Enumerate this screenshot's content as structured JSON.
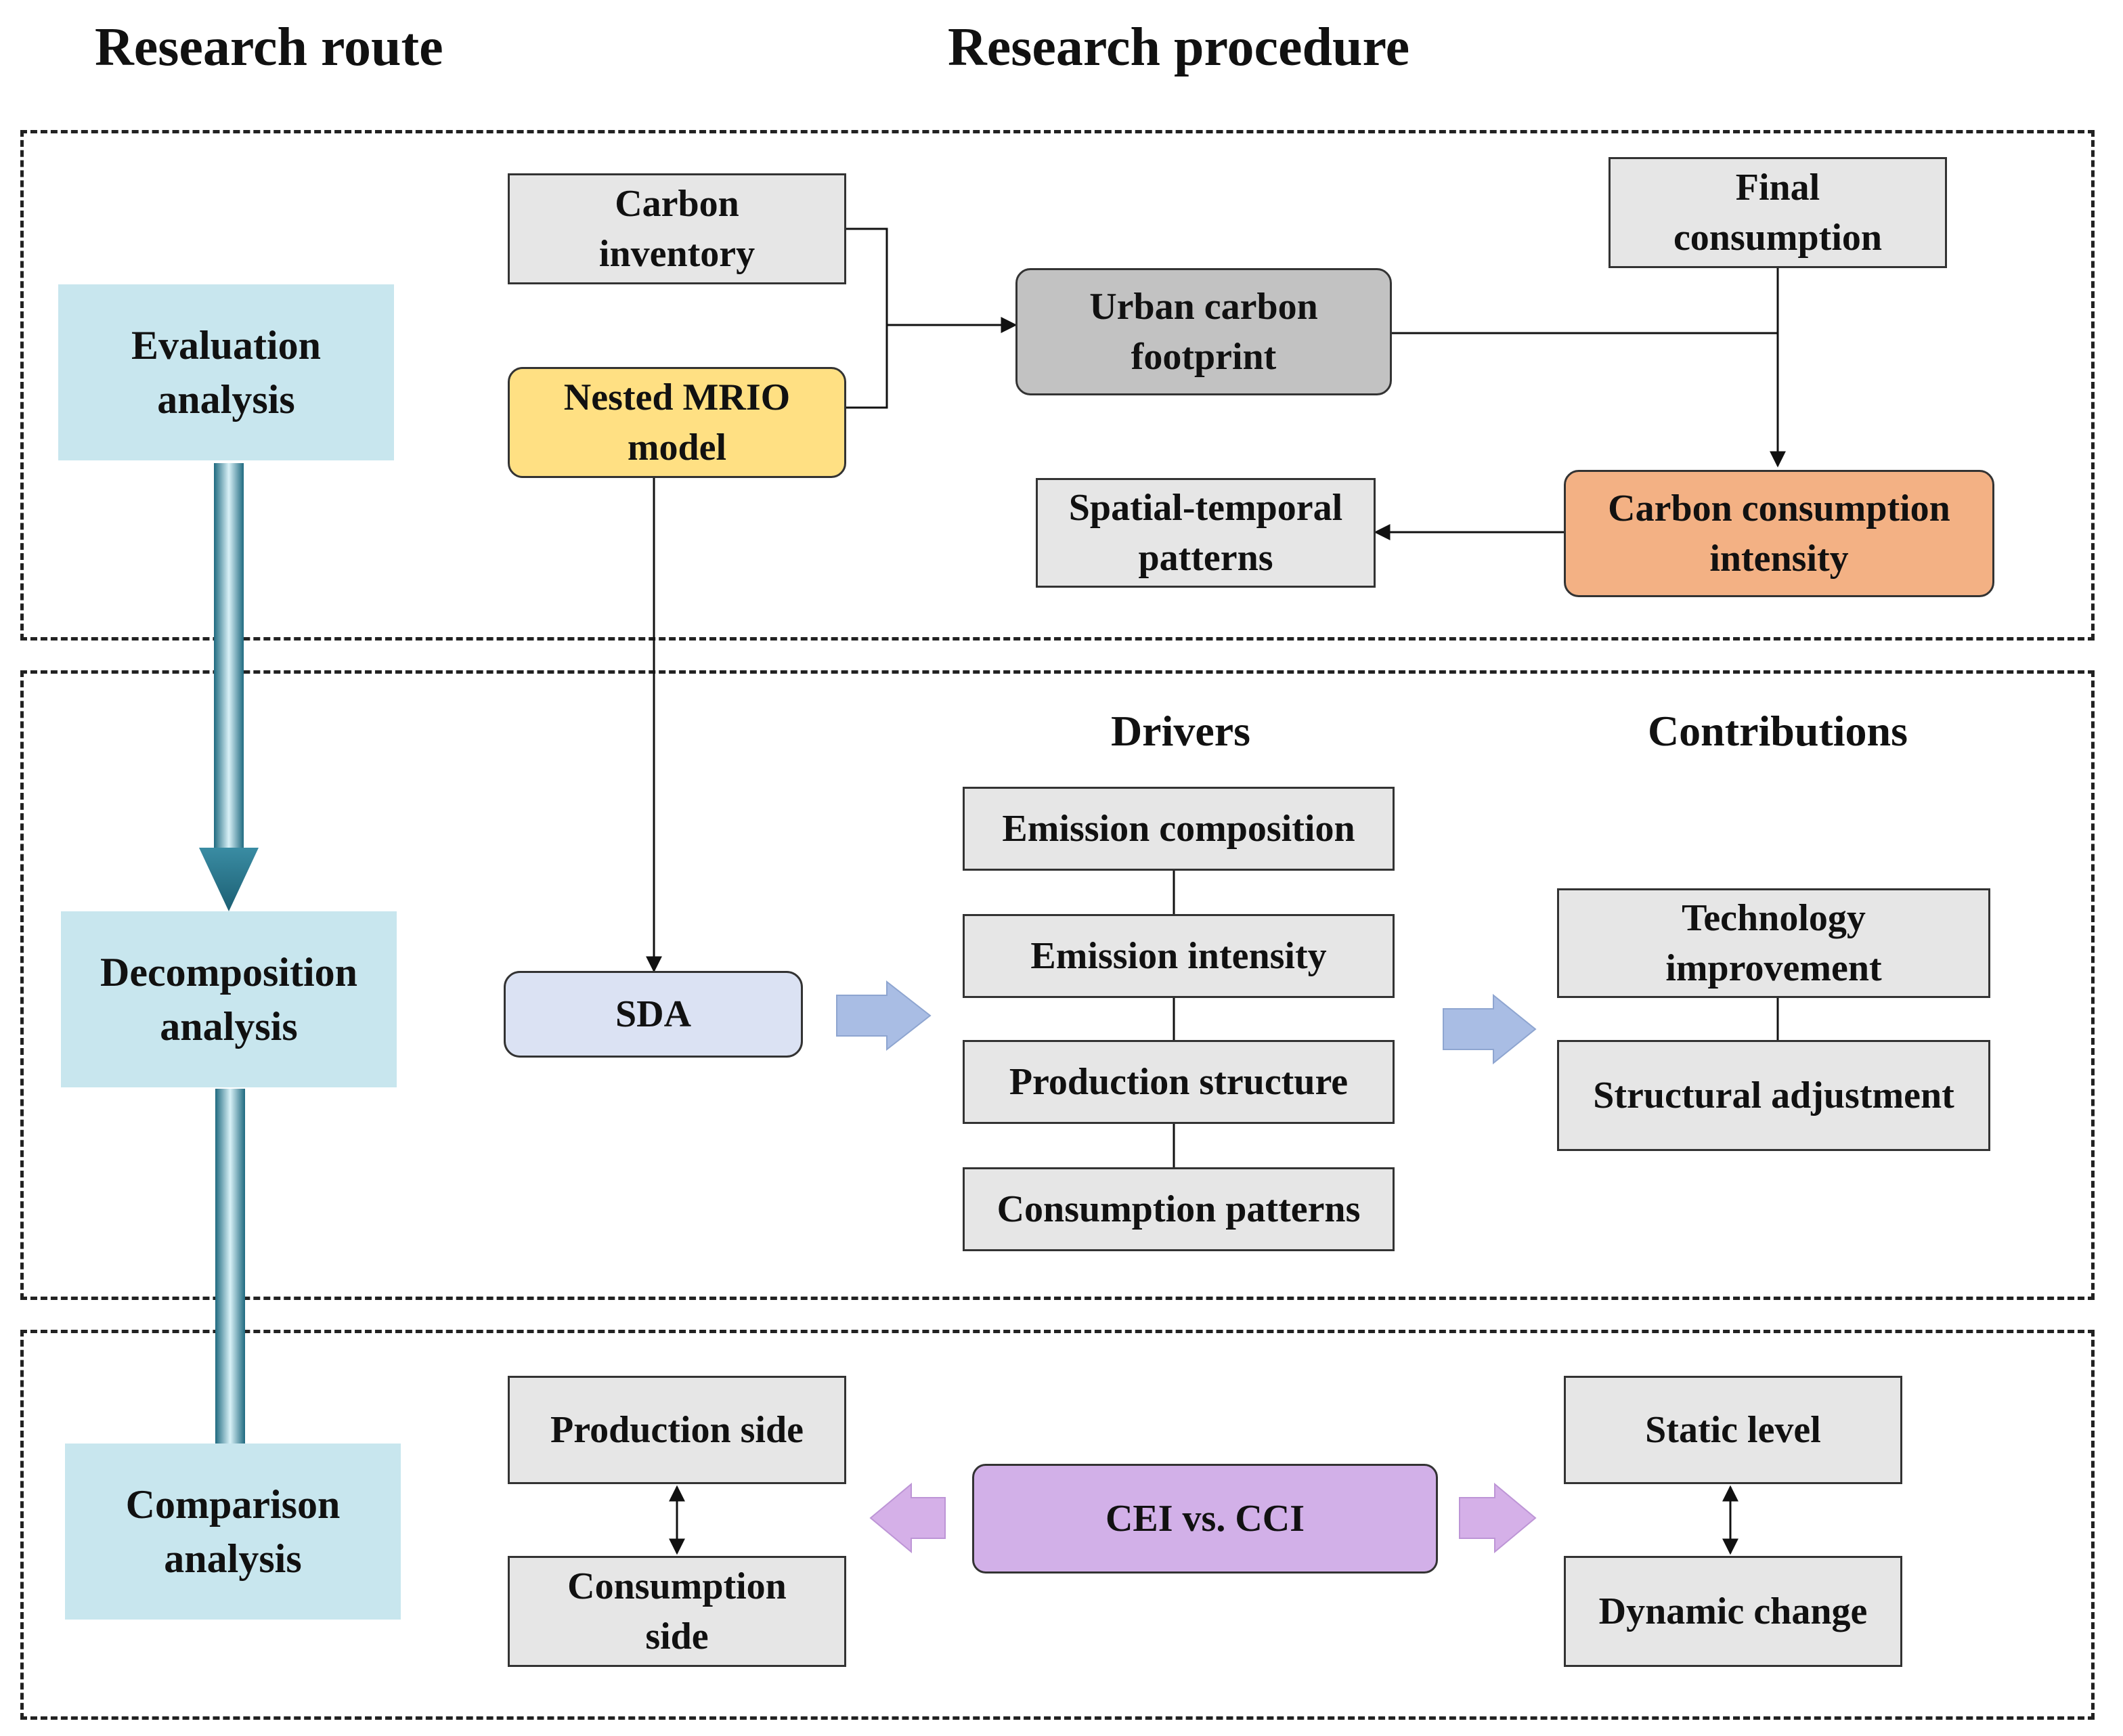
{
  "headers": {
    "route": "Research route",
    "procedure": "Research procedure"
  },
  "route_stages": [
    {
      "label": "Evaluation analysis"
    },
    {
      "label": "Decomposition analysis"
    },
    {
      "label": "Comparison analysis"
    }
  ],
  "evaluation": {
    "carbon_inventory": "Carbon inventory",
    "nested_mrio": "Nested MRIO model",
    "urban_carbon_footprint": "Urban carbon footprint",
    "final_consumption": "Final consumption",
    "carbon_consumption_intensity": "Carbon consumption intensity",
    "spatial_temporal": "Spatial-temporal patterns"
  },
  "decomposition": {
    "sda": "SDA",
    "drivers_title": "Drivers",
    "contributions_title": "Contributions",
    "drivers": [
      "Emission composition",
      "Emission intensity",
      "Production structure",
      "Consumption patterns"
    ],
    "contributions": [
      "Technology improvement",
      "Structural adjustment"
    ]
  },
  "comparison": {
    "center": "CEI vs. CCI",
    "production_side": "Production side",
    "consumption_side": "Consumption side",
    "static_level": "Static level",
    "dynamic_change": "Dynamic change"
  },
  "colors": {
    "route_box": "#c8e6ee",
    "route_arrow": "#2f7f96",
    "sda_arrow": "#a9bde4",
    "cmp_arrow": "#d5b0e8",
    "mrio": "#ffe083",
    "cci": "#f3b184",
    "ucf": "#c2c2c2",
    "cei": "#d2b0e8"
  }
}
